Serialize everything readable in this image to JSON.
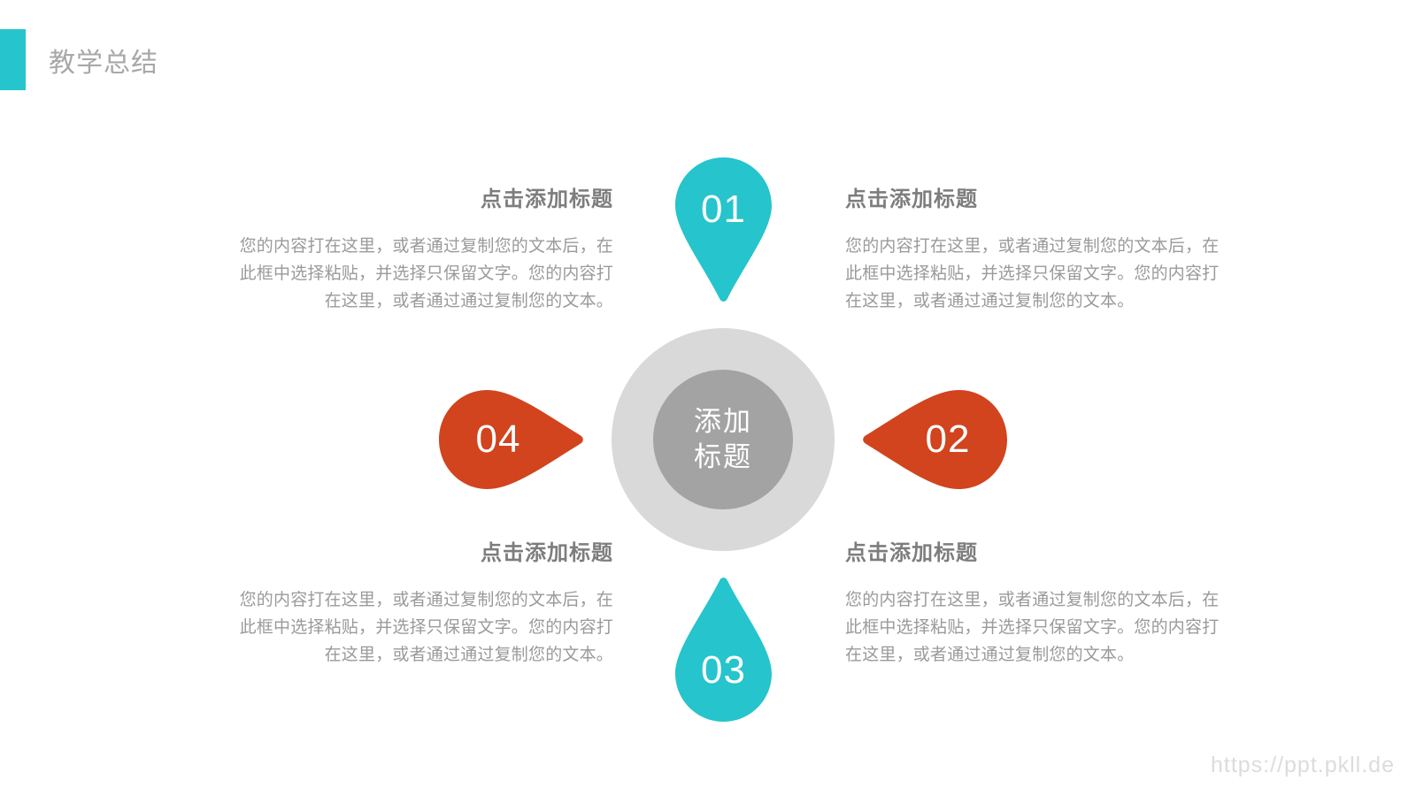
{
  "header": {
    "title": "教学总结",
    "accent_color": "#26c4cc"
  },
  "colors": {
    "teal": "#26c4cc",
    "orange": "#d1441e",
    "center_outer": "#d9d9d9",
    "center_inner": "#a3a3a3",
    "heading_text": "#7d7d7d",
    "body_text": "#9a9a9a",
    "title_text": "#a8a8a8",
    "watermark_text": "#dcdcdc"
  },
  "center": {
    "line1": "添加",
    "line2": "标题"
  },
  "markers": [
    {
      "number": "01",
      "color": "#26c4cc",
      "direction": "down"
    },
    {
      "number": "02",
      "color": "#d1441e",
      "direction": "left"
    },
    {
      "number": "03",
      "color": "#26c4cc",
      "direction": "up"
    },
    {
      "number": "04",
      "color": "#d1441e",
      "direction": "right"
    }
  ],
  "blocks": [
    {
      "heading": "点击添加标题",
      "body": "您的内容打在这里，或者通过复制您的文本后，在此框中选择粘贴，并选择只保留文字。您的内容打在这里，或者通过通过复制您的文本。"
    },
    {
      "heading": "点击添加标题",
      "body": "您的内容打在这里，或者通过复制您的文本后，在此框中选择粘贴，并选择只保留文字。您的内容打在这里，或者通过通过复制您的文本。"
    },
    {
      "heading": "点击添加标题",
      "body": "您的内容打在这里，或者通过复制您的文本后，在此框中选择粘贴，并选择只保留文字。您的内容打在这里，或者通过通过复制您的文本。"
    },
    {
      "heading": "点击添加标题",
      "body": "您的内容打在这里，或者通过复制您的文本后，在此框中选择粘贴，并选择只保留文字。您的内容打在这里，或者通过通过复制您的文本。"
    }
  ],
  "watermark": "https://ppt.pkll.de"
}
